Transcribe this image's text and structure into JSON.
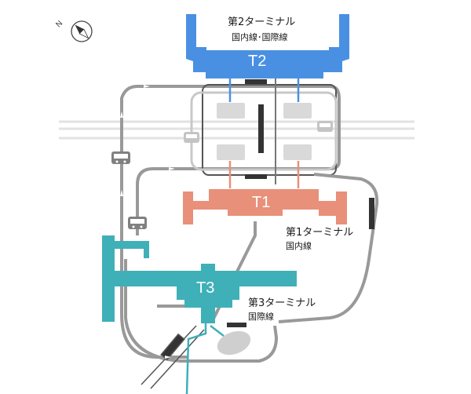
{
  "compass": {
    "north_label": "N",
    "icon": "north-arrow-icon"
  },
  "terminals": {
    "t2": {
      "code": "T2",
      "name": "第2ターミナル",
      "service": "国内線･国際線",
      "color": "#4a90e2"
    },
    "t1": {
      "code": "T1",
      "name": "第1ターミナル",
      "service": "国内線",
      "color": "#e8907a"
    },
    "t3": {
      "code": "T3",
      "name": "第3ターミナル",
      "service": "国際線",
      "color": "#3fb0b8"
    }
  },
  "colors": {
    "road": "#8c8c8c",
    "rail": "#e0e0e0",
    "station": "#d6d6d6",
    "shuttle_track": "#404040",
    "apron": "#cfcfcf",
    "background": "#ffffff"
  },
  "icons": {
    "bus_stop": "bus-icon"
  }
}
